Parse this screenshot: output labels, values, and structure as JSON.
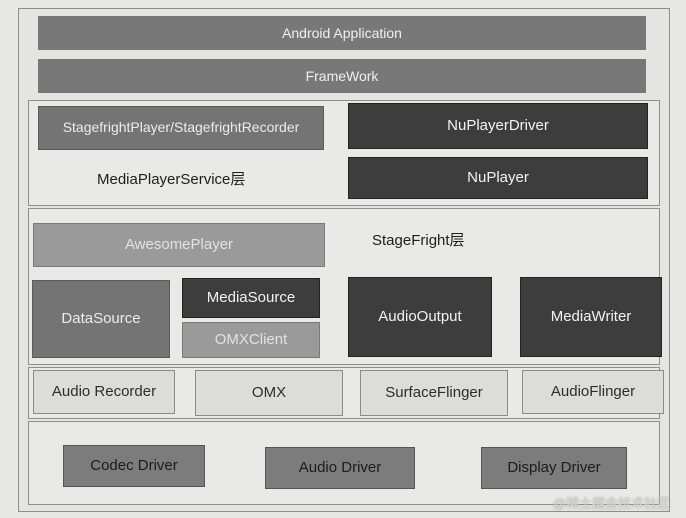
{
  "top_bars": {
    "android_application": "Android Application",
    "framework": "FrameWork"
  },
  "media_player_service_layer": {
    "label": "MediaPlayerService层",
    "stagefright_player_recorder": "StagefrightPlayer/StagefrightRecorder",
    "nuplayer_driver": "NuPlayerDriver",
    "nuplayer": "NuPlayer"
  },
  "stagefright_layer": {
    "label": "StageFright层",
    "awesome_player": "AwesomePlayer",
    "data_source": "DataSource",
    "media_source": "MediaSource",
    "omx_client": "OMXClient",
    "audio_output": "AudioOutput",
    "media_writer": "MediaWriter"
  },
  "native_services": [
    "Audio Recorder",
    "OMX",
    "SurfaceFlinger",
    "AudioFlinger"
  ],
  "drivers": [
    "Codec Driver",
    "Audio Driver",
    "Display Driver"
  ],
  "watermark": "@稀土掘金技术社区"
}
